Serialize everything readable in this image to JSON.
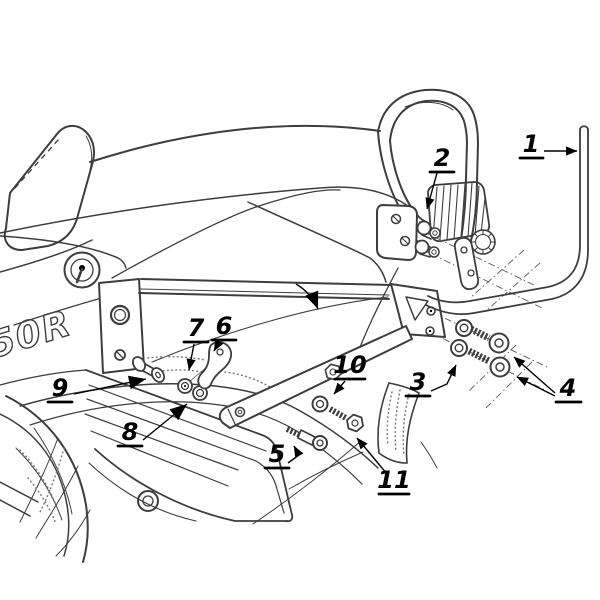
{
  "colors": {
    "background": "#ffffff",
    "line": "#3d3d3d",
    "label": "#000000"
  },
  "diagram": {
    "logo_text": "50R",
    "part_labels": [
      {
        "number": "1"
      },
      {
        "number": "2"
      },
      {
        "number": "3"
      },
      {
        "number": "4"
      },
      {
        "number": "5"
      },
      {
        "number": "6"
      },
      {
        "number": "7"
      },
      {
        "number": "8"
      },
      {
        "number": "9"
      },
      {
        "number": "10"
      },
      {
        "number": "11"
      }
    ]
  }
}
